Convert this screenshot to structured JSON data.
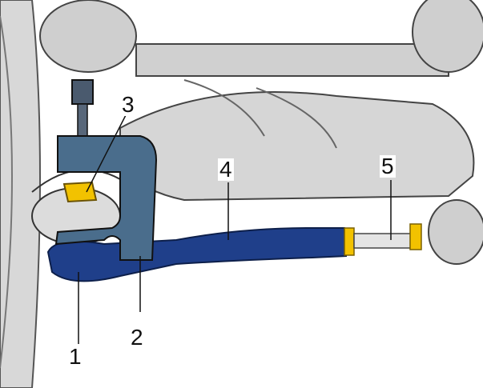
{
  "diagram": {
    "callouts": [
      {
        "id": "1",
        "label": "1"
      },
      {
        "id": "2",
        "label": "2"
      },
      {
        "id": "3",
        "label": "3"
      },
      {
        "id": "4",
        "label": "4"
      },
      {
        "id": "5",
        "label": "5"
      }
    ],
    "colors": {
      "tool_blue": "#4a6d8c",
      "tie_rod_blue": "#1f3f8a",
      "nut_yellow": "#f2c200",
      "metal_grey": "#c9c9c9"
    }
  }
}
